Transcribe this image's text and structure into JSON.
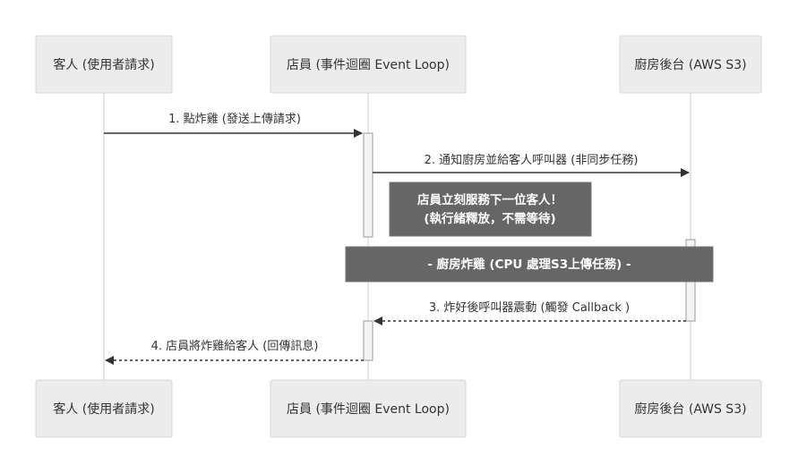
{
  "actors": [
    {
      "id": "customer",
      "label": "客人 (使用者請求)"
    },
    {
      "id": "clerk",
      "label": "店員 (事件迴圈 Event Loop)"
    },
    {
      "id": "kitchen",
      "label": "廚房後台 (AWS S3)"
    }
  ],
  "messages": [
    {
      "label": "1. 點炸雞 (發送上傳請求)",
      "style": "solid"
    },
    {
      "label": "2. 通知廚房並給客人呼叫器 (非同步任務)",
      "style": "solid"
    },
    {
      "label": "3. 炸好後呼叫器震動 (觸發 Callback )",
      "style": "dotted"
    },
    {
      "label": "4. 店員將炸雞給客人 (回傳訊息)",
      "style": "dotted"
    }
  ],
  "notes": {
    "clerk_note_line1": "店員立刻服務下一位客人！",
    "clerk_note_line2": "(執行緒釋放，不需等待)",
    "span_note": "- 廚房炸雞 (CPU 處理S3上傳任務) -"
  },
  "colors": {
    "actor_fill": "#ececec",
    "note_fill": "#666666",
    "line": "#333333"
  }
}
